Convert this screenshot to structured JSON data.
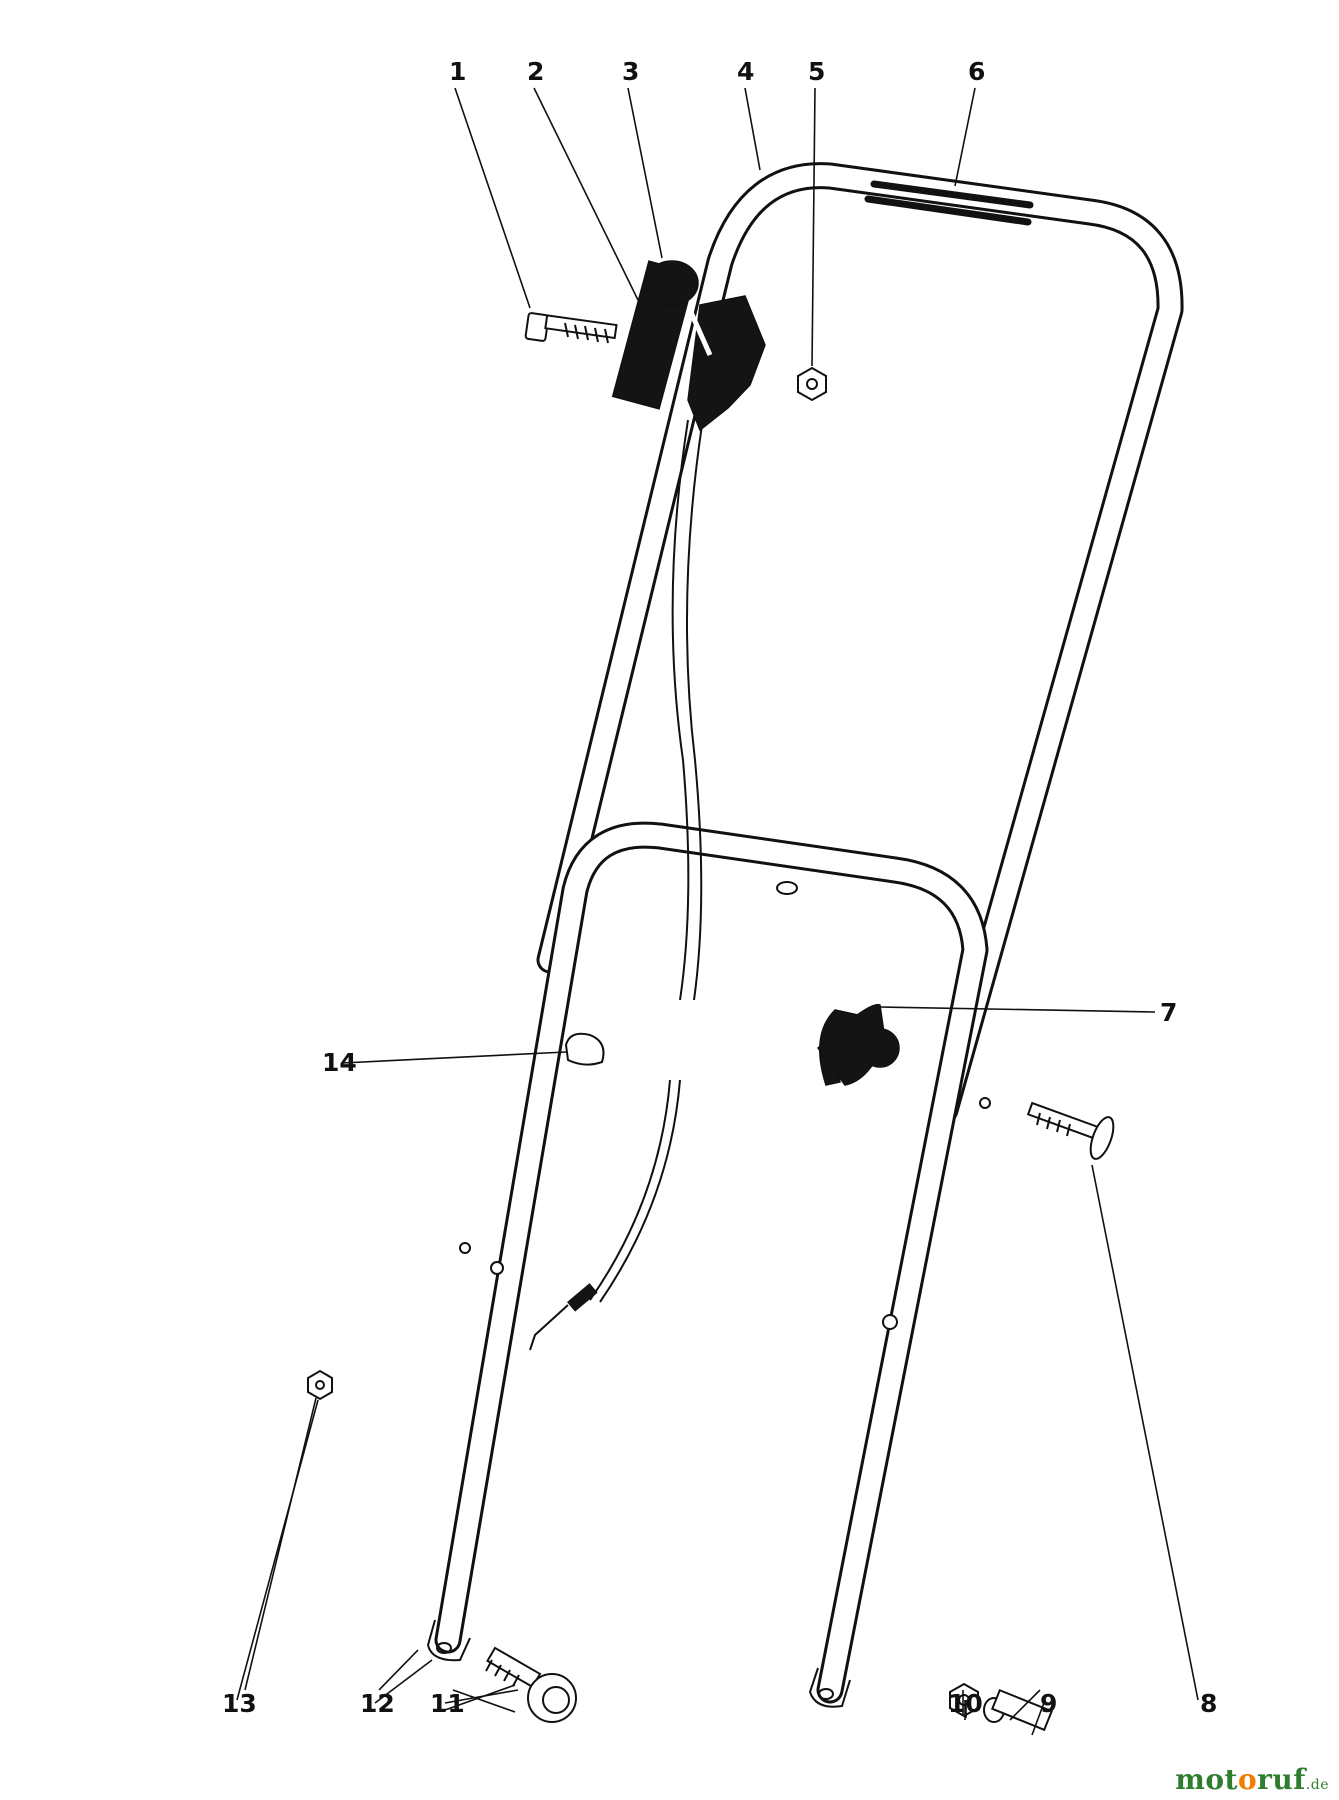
{
  "callouts": [
    {
      "number": "1",
      "part": "bolt"
    },
    {
      "number": "2",
      "part": "control-lever"
    },
    {
      "number": "3",
      "part": "lever-knob"
    },
    {
      "number": "4",
      "part": "upper-handle"
    },
    {
      "number": "5",
      "part": "nut"
    },
    {
      "number": "6",
      "part": "grip"
    },
    {
      "number": "7",
      "part": "wing-knob"
    },
    {
      "number": "8",
      "part": "carriage-bolt"
    },
    {
      "number": "9",
      "part": "pin"
    },
    {
      "number": "10",
      "part": "nut"
    },
    {
      "number": "11",
      "part": "shoulder-bolt"
    },
    {
      "number": "12",
      "part": "lower-handle"
    },
    {
      "number": "13",
      "part": "nut"
    },
    {
      "number": "14",
      "part": "cable-clip"
    }
  ],
  "watermark": {
    "part1": "mot",
    "part2": "o",
    "part3": "ruf",
    "domain": ".de"
  },
  "colors": {
    "line": "#111111",
    "background": "#ffffff",
    "watermark_green": "#2f7d2f",
    "watermark_orange": "#f07c00"
  }
}
